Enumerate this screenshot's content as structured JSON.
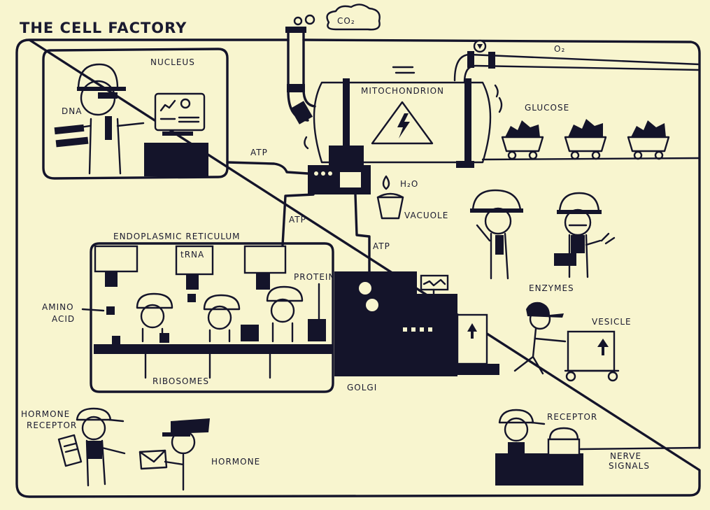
{
  "title": "THE CELL FACTORY",
  "labels": {
    "co2": "CO₂",
    "o2": "O₂",
    "nucleus": "NUCLEUS",
    "dna": "DNA",
    "mitochondrion": "MITOCHONDRION",
    "glucose": "GLUCOSE",
    "atp_nucleus": "ATP",
    "atp_er": "ATP",
    "atp_golgi": "ATP",
    "h2o": "H₂O",
    "vacuole": "VACUOLE",
    "er": "ENDOPLASMIC RETICULUM",
    "trna": "tRNA",
    "protein": "PROTEIN",
    "amino_acid_1": "AMINO",
    "amino_acid_2": "ACID",
    "ribosomes": "RIBOSOMES",
    "golgi": "GOLGI",
    "enzymes": "ENZYMES",
    "vesicle": "VESICLE",
    "hormone_receptor_1": "HORMONE",
    "hormone_receptor_2": "RECEPTOR",
    "hormone": "HORMONE",
    "receptor": "RECEPTOR",
    "nerve_signals_1": "NERVE",
    "nerve_signals_2": "SIGNALS"
  },
  "colors": {
    "paper": "#f8f5cf",
    "ink": "#14142a"
  }
}
